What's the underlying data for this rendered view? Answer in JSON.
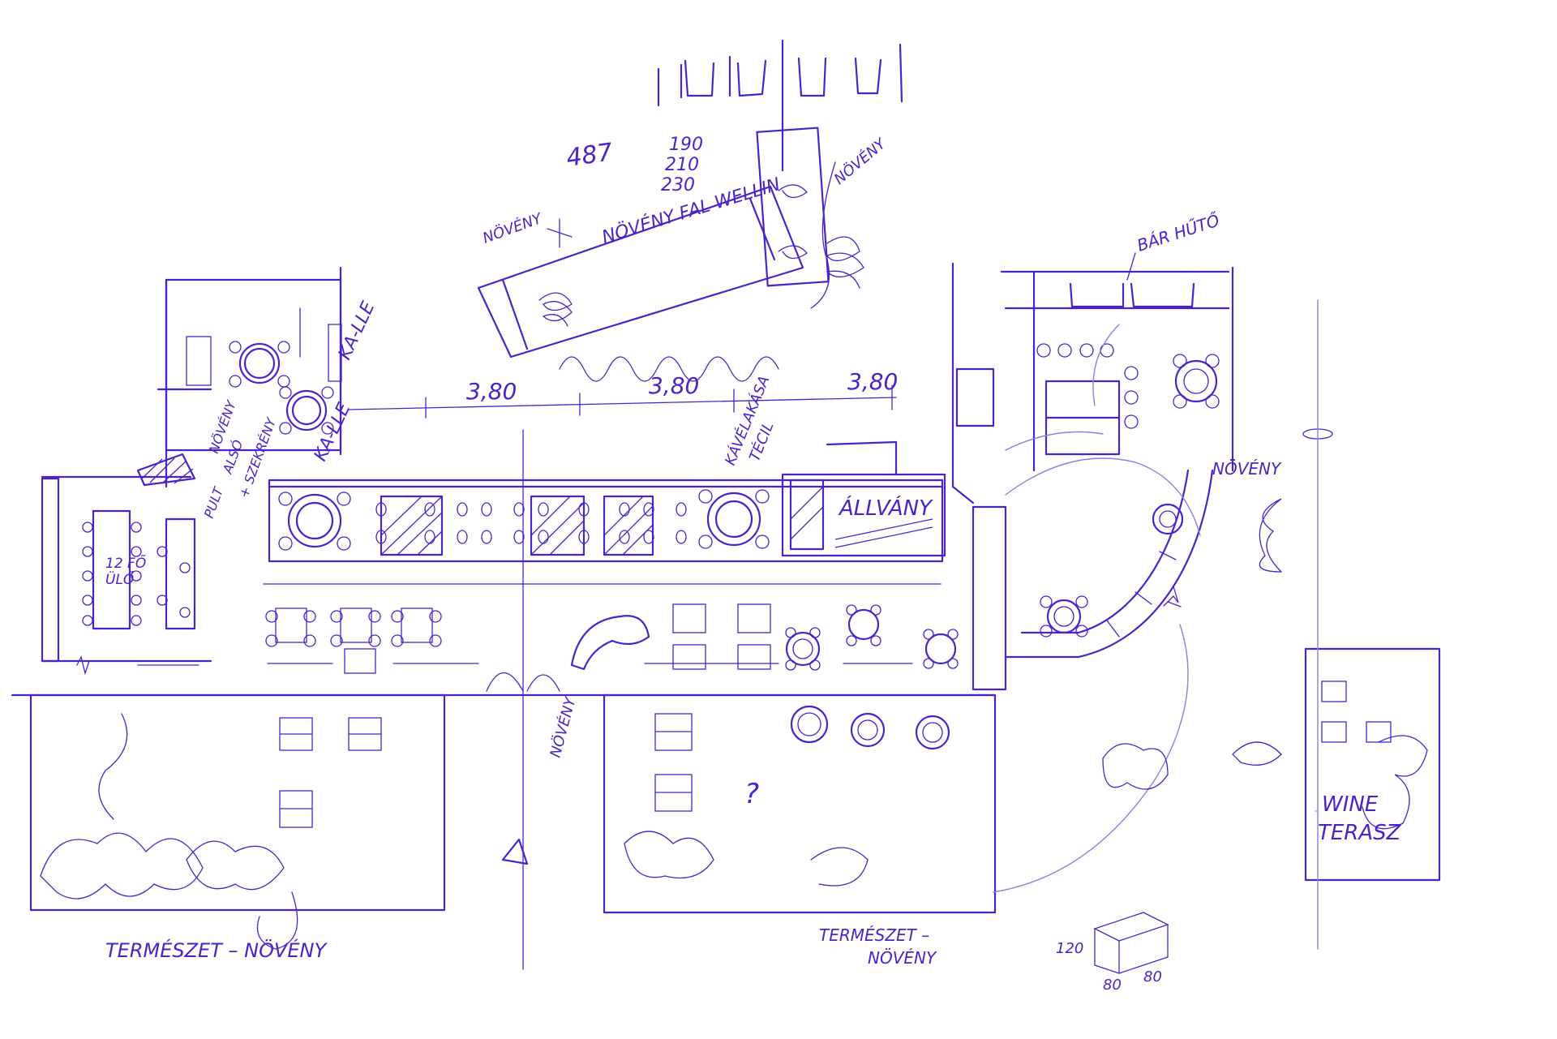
{
  "page": {
    "background": "#ffffff",
    "ink_color": "#4b23c9"
  },
  "labels": {
    "dimension_487": "487",
    "dimension_stack": [
      "190",
      "210",
      "230"
    ],
    "noveny_wall_top": "NÖVÉNY FAL WELLIN",
    "noveny_left": "NÖVÉNY",
    "noveny_right": "NÖVÉNY",
    "kalle_top": "KA-LLE",
    "kalle_mid": "KA-LLE",
    "left_note": [
      "NÖVÉNY",
      "ALSÓ",
      "+ SZEKRÉNY",
      "PULT"
    ],
    "left_table_note": [
      "12 FŐ",
      "ÜLŐ"
    ],
    "dim_380_a": "3,80",
    "dim_380_b": "3,80",
    "dim_380_c": "3,80",
    "kapszula_label": [
      "KÁVÉLAKÁSA",
      "TÉCIL"
    ],
    "alluvat_label": "ÁLLVÁNY",
    "bar_hutto": "BÁR HŰTŐ",
    "noveny_right_small": "NÖVÉNY",
    "noveny_vertical": "NÖVÉNY",
    "termeszet_left": "TERMÉSZET – NÖVÉNY",
    "termeszet_right": [
      "TERMÉSZET –",
      "NÖVÉNY"
    ],
    "wine_terasz": [
      "WINE",
      "TERASZ"
    ],
    "question_mark": "?",
    "box_dims": [
      "120",
      "80",
      "80"
    ]
  }
}
